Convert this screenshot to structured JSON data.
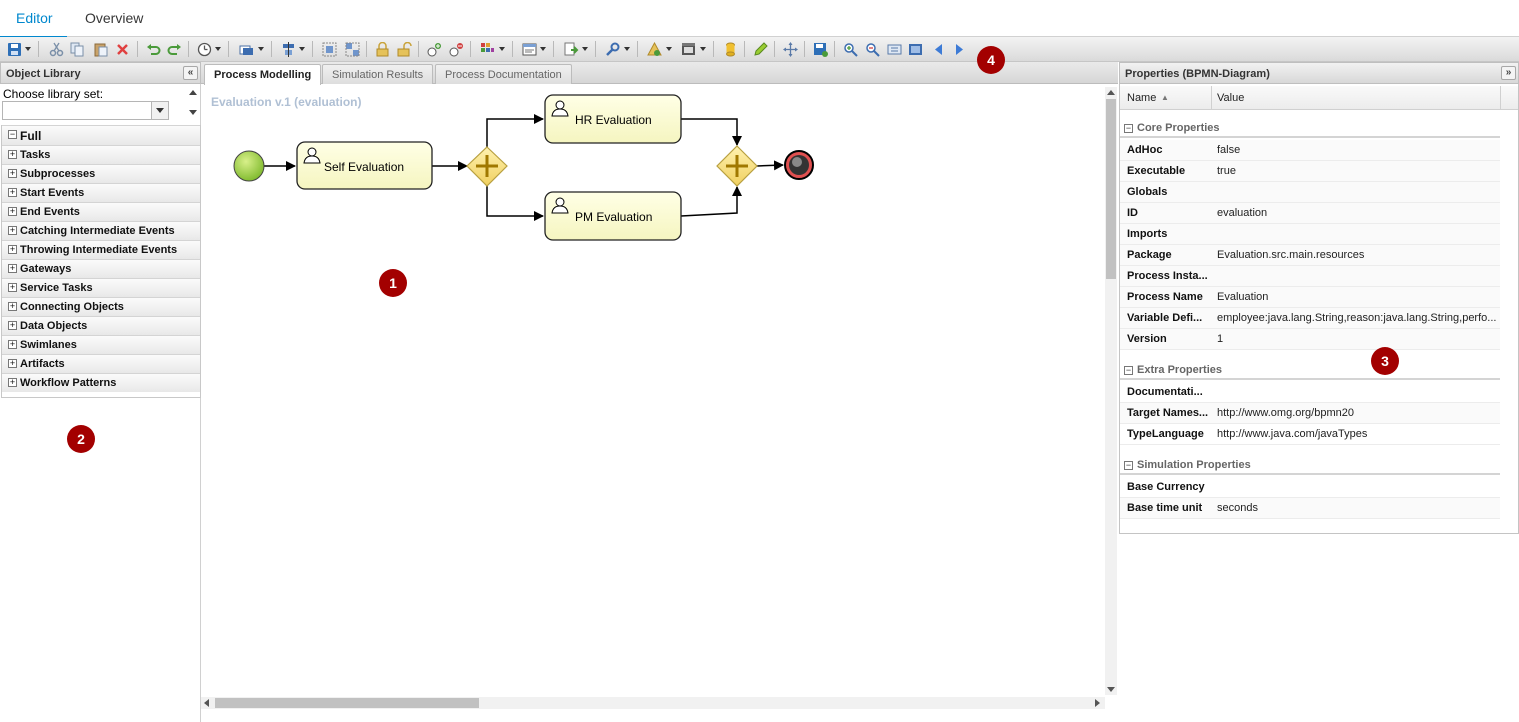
{
  "top_tabs": [
    {
      "label": "Editor",
      "active": true
    },
    {
      "label": "Overview",
      "active": false
    }
  ],
  "left_panel": {
    "title": "Object Library",
    "choose_label": "Choose library set:",
    "select_value": "",
    "groups": [
      {
        "label": "Full",
        "expanded": true
      },
      {
        "label": "Tasks"
      },
      {
        "label": "Subprocesses"
      },
      {
        "label": "Start Events"
      },
      {
        "label": "End Events"
      },
      {
        "label": "Catching Intermediate Events"
      },
      {
        "label": "Throwing Intermediate Events"
      },
      {
        "label": "Gateways"
      },
      {
        "label": "Service Tasks"
      },
      {
        "label": "Connecting Objects"
      },
      {
        "label": "Data Objects"
      },
      {
        "label": "Swimlanes"
      },
      {
        "label": "Artifacts"
      },
      {
        "label": "Workflow Patterns"
      }
    ]
  },
  "canvas_tabs": [
    {
      "label": "Process Modelling",
      "active": true
    },
    {
      "label": "Simulation Results",
      "active": false
    },
    {
      "label": "Process Documentation",
      "active": false
    }
  ],
  "canvas": {
    "title": "Evaluation v.1 (evaluation)",
    "tasks": {
      "self": "Self Evaluation",
      "hr": "HR Evaluation",
      "pm": "PM Evaluation"
    }
  },
  "properties": {
    "title": "Properties (BPMN-Diagram)",
    "columns": {
      "name": "Name",
      "value": "Value"
    },
    "core": {
      "label": "Core Properties",
      "rows": [
        {
          "name": "AdHoc",
          "value": "false"
        },
        {
          "name": "Executable",
          "value": "true"
        },
        {
          "name": "Globals",
          "value": ""
        },
        {
          "name": "ID",
          "value": "evaluation"
        },
        {
          "name": "Imports",
          "value": ""
        },
        {
          "name": "Package",
          "value": "Evaluation.src.main.resources"
        },
        {
          "name": "Process Insta...",
          "value": ""
        },
        {
          "name": "Process Name",
          "value": "Evaluation"
        },
        {
          "name": "Variable Defi...",
          "value": "employee:java.lang.String,reason:java.lang.String,perfo..."
        },
        {
          "name": "Version",
          "value": "1"
        }
      ]
    },
    "extra": {
      "label": "Extra Properties",
      "rows": [
        {
          "name": "Documentati...",
          "value": ""
        },
        {
          "name": "Target Names...",
          "value": "http://www.omg.org/bpmn20"
        },
        {
          "name": "TypeLanguage",
          "value": "http://www.java.com/javaTypes"
        }
      ]
    },
    "simulation": {
      "label": "Simulation Properties",
      "rows": [
        {
          "name": "Base Currency",
          "value": ""
        },
        {
          "name": "Base time unit",
          "value": "seconds"
        }
      ]
    }
  },
  "badges": [
    "1",
    "2",
    "3",
    "4"
  ],
  "toolbar_icons": [
    "save-icon",
    "cut-icon",
    "copy-icon",
    "paste-icon",
    "delete-icon",
    "undo-icon",
    "redo-icon",
    "history-icon",
    "shape-icon",
    "align-icon",
    "group-icon",
    "ungroup-icon",
    "lock-icon",
    "unlock-icon",
    "add-icon",
    "remove-icon",
    "color-icon",
    "view-icon",
    "export-icon",
    "tools-icon",
    "warning-icon",
    "film-icon",
    "database-icon",
    "pencil-icon",
    "move-icon",
    "save-as-icon",
    "zoom-in-icon",
    "zoom-out-icon",
    "fit-icon",
    "fullscreen-icon",
    "back-icon",
    "forward-icon"
  ],
  "colors": {
    "accent": "#0088ce",
    "badge": "#a30000",
    "task_fill": "#ffffcc",
    "gateway_fill": "#ffe680",
    "start_fill": "#9acd32",
    "end_ring": "#e05050"
  }
}
